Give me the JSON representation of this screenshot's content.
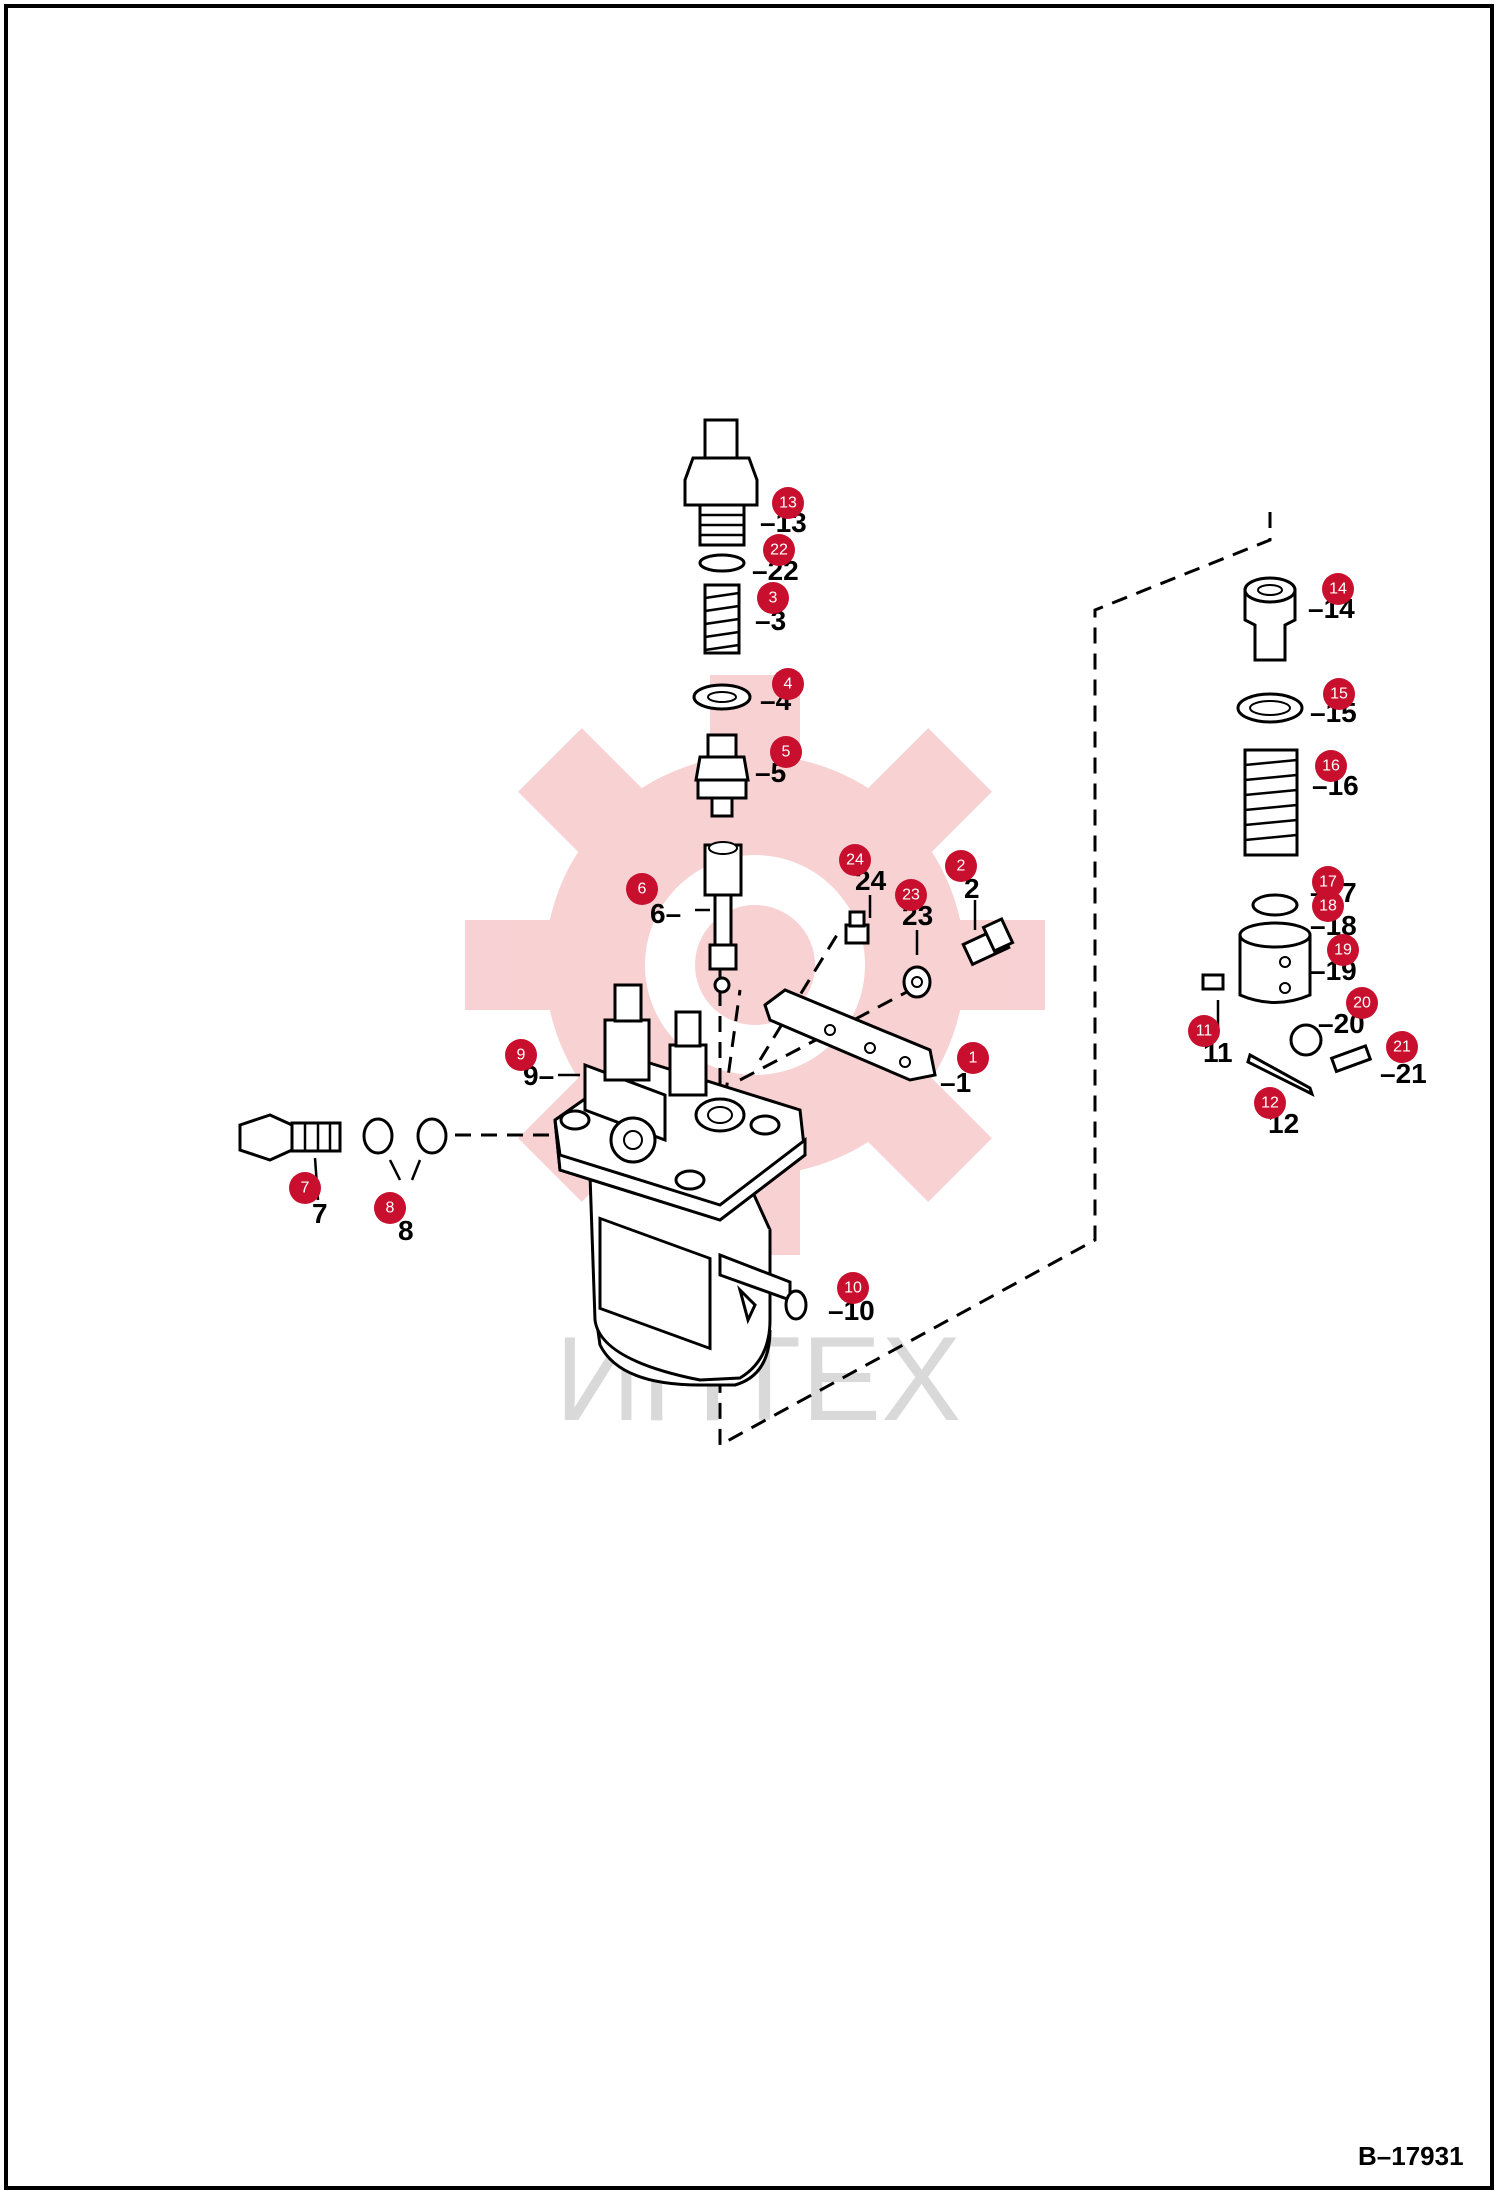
{
  "diagram": {
    "drawing_id": "B–17931",
    "watermark_text": "ИНТЕХ",
    "colors": {
      "badge": "#c8102e",
      "watermark_gear": "#f7c9cc",
      "watermark_text": "#d9d9d9",
      "line": "#000000"
    },
    "callouts": [
      {
        "id": "c1",
        "badge": "1",
        "label": "–1"
      },
      {
        "id": "c2",
        "badge": "2",
        "label": "2"
      },
      {
        "id": "c3",
        "badge": "3",
        "label": "–3"
      },
      {
        "id": "c4",
        "badge": "4",
        "label": "–4"
      },
      {
        "id": "c5",
        "badge": "5",
        "label": "–5"
      },
      {
        "id": "c6",
        "badge": "6",
        "label": "6–"
      },
      {
        "id": "c7",
        "badge": "7",
        "label": "7"
      },
      {
        "id": "c8",
        "badge": "8",
        "label": "8"
      },
      {
        "id": "c9",
        "badge": "9",
        "label": "9–"
      },
      {
        "id": "c10",
        "badge": "10",
        "label": "–10"
      },
      {
        "id": "c11",
        "badge": "11",
        "label": "11"
      },
      {
        "id": "c12",
        "badge": "12",
        "label": "12"
      },
      {
        "id": "c13",
        "badge": "13",
        "label": "–13"
      },
      {
        "id": "c14",
        "badge": "14",
        "label": "–14"
      },
      {
        "id": "c15",
        "badge": "15",
        "label": "–15"
      },
      {
        "id": "c16",
        "badge": "16",
        "label": "–16"
      },
      {
        "id": "c17",
        "badge": "17",
        "label": "–17"
      },
      {
        "id": "c18",
        "badge": "18",
        "label": "–18"
      },
      {
        "id": "c19",
        "badge": "19",
        "label": "–19"
      },
      {
        "id": "c20",
        "badge": "20",
        "label": "–20"
      },
      {
        "id": "c21",
        "badge": "21",
        "label": "–21"
      },
      {
        "id": "c22",
        "badge": "22",
        "label": "–22"
      },
      {
        "id": "c23",
        "badge": "23",
        "label": "23"
      },
      {
        "id": "c24",
        "badge": "24",
        "label": "24"
      }
    ]
  }
}
